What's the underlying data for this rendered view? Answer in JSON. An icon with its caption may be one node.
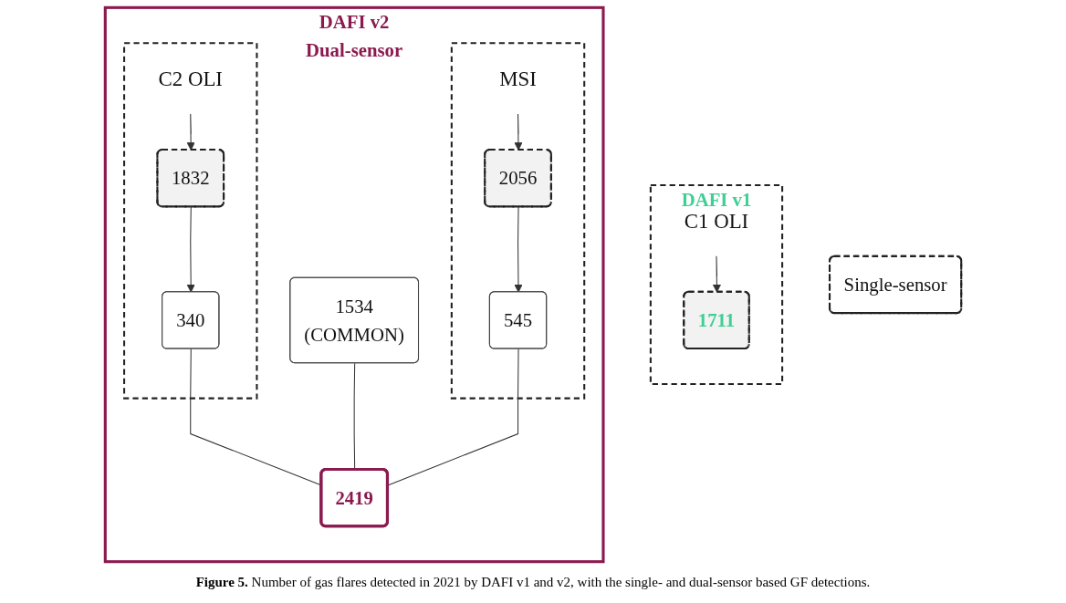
{
  "diagram": {
    "caption": "**Figure 5.** Number of gas flares detected in 2021 by DAFI v1 and v2, with the single- and dual-sensor based GF detections.",
    "nodes": [
      {
        "text": [
          "DAFI v1"
        ]
      },
      {
        "text": [
          "C1 OLI"
        ],
        "in": 0
      },
      {
        "text": [
          "1711"
        ],
        "in": 0
      },
      {
        "text": [
          "Single-sensor"
        ]
      },
      {
        "text": [
          "DAFI v2"
        ],
        "beside": [
          "Dual-sensor"
        ]
      },
      {
        "text": [],
        "shape": "box",
        "in": 4
      },
      {
        "text": [
          "C2 OLI"
        ],
        "in": 5
      },
      {
        "text": [
          "1832"
        ],
        "in": 5
      },
      {
        "text": [
          "340"
        ],
        "in": 5
      },
      {
        "text": [
          "1534",
          "(COMMON)"
        ],
        "in": 4
      },
      {
        "text": [],
        "shape": "box",
        "in": 4
      },
      {
        "text": [
          "MSI"
        ],
        "in": 10
      },
      {
        "text": [
          "2056"
        ],
        "in": 10
      },
      {
        "text": [
          "545"
        ],
        "in": 10
      },
      {
        "text": [
          "2419"
        ],
        "in": 4
      }
    ],
    "edges": [
      {
        "from": 1,
        "to": 2,
        "arrow": "to"
      },
      {
        "from": 6,
        "to": 7,
        "arrow": "to"
      },
      {
        "from": 7,
        "to": 8,
        "arrow": "to"
      },
      {
        "from": 11,
        "to": 12,
        "arrow": "to"
      },
      {
        "from": 12,
        "to": 13,
        "arrow": "to"
      },
      {
        "from": 8,
        "to": 14,
        "arrow": "none"
      },
      {
        "from": 9,
        "to": 14,
        "arrow": "none"
      },
      {
        "from": 13,
        "to": 14,
        "arrow": "none"
      }
    ]
  }
}
